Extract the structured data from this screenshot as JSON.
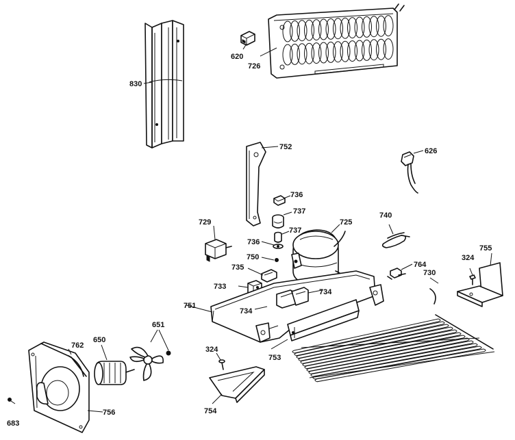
{
  "labels": {
    "p830": "830",
    "p620": "620",
    "p726": "726",
    "p752": "752",
    "p626": "626",
    "p736a": "736",
    "p737a": "737",
    "p737b": "737",
    "p729": "729",
    "p736b": "736",
    "p750": "750",
    "p735": "735",
    "p725": "725",
    "p740": "740",
    "p764": "764",
    "p324a": "324",
    "p755": "755",
    "p730": "730",
    "p733": "733",
    "p734a": "734",
    "p751": "751",
    "p734b": "734",
    "p753": "753",
    "p651": "651",
    "p762": "762",
    "p650": "650",
    "p324b": "324",
    "p754": "754",
    "p756": "756",
    "p683": "683"
  }
}
